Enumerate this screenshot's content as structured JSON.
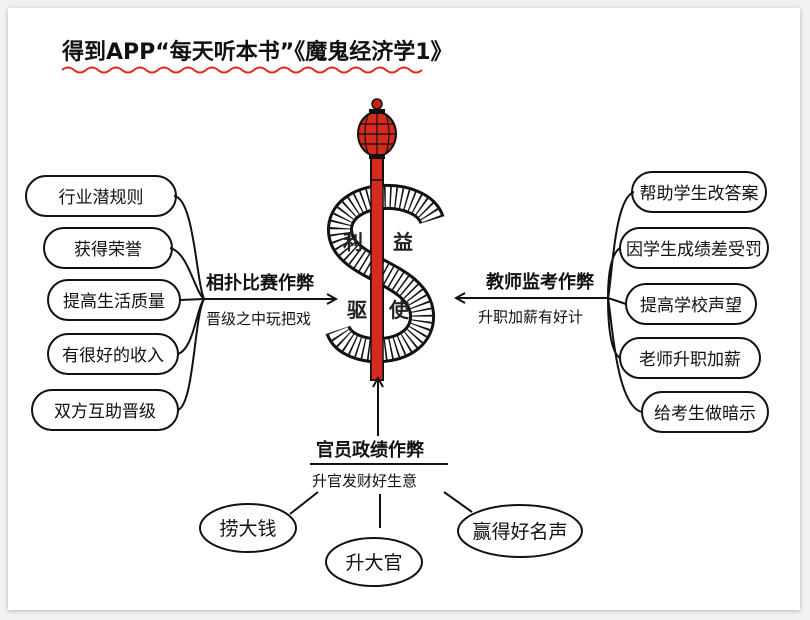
{
  "title": "得到APP“每天听本书”《魔鬼经济学1》",
  "center": {
    "symbol": "$",
    "top_left": "利",
    "top_right": "益",
    "bottom_left": "驱",
    "bottom_right": "使"
  },
  "left": {
    "heading": "相扑比赛作弊",
    "subheading": "晋级之中玩把戏",
    "items": [
      "行业潜规则",
      "获得荣誉",
      "提高生活质量",
      "有很好的收入",
      "双方互助晋级"
    ]
  },
  "right": {
    "heading": "教师监考作弊",
    "subheading": "升职加薪有好计",
    "items": [
      "帮助学生改答案",
      "因学生成绩差受罚",
      "提高学校声望",
      "老师升职加薪",
      "给考生做暗示"
    ]
  },
  "bottom": {
    "heading": "官员政绩作弊",
    "subheading": "升官发财好生意",
    "items": [
      "捞大钱",
      "升大官",
      "赢得好名声"
    ]
  },
  "colors": {
    "ink": "#111111",
    "accent_red": "#d42b1e",
    "underline_red": "#e0291b"
  }
}
